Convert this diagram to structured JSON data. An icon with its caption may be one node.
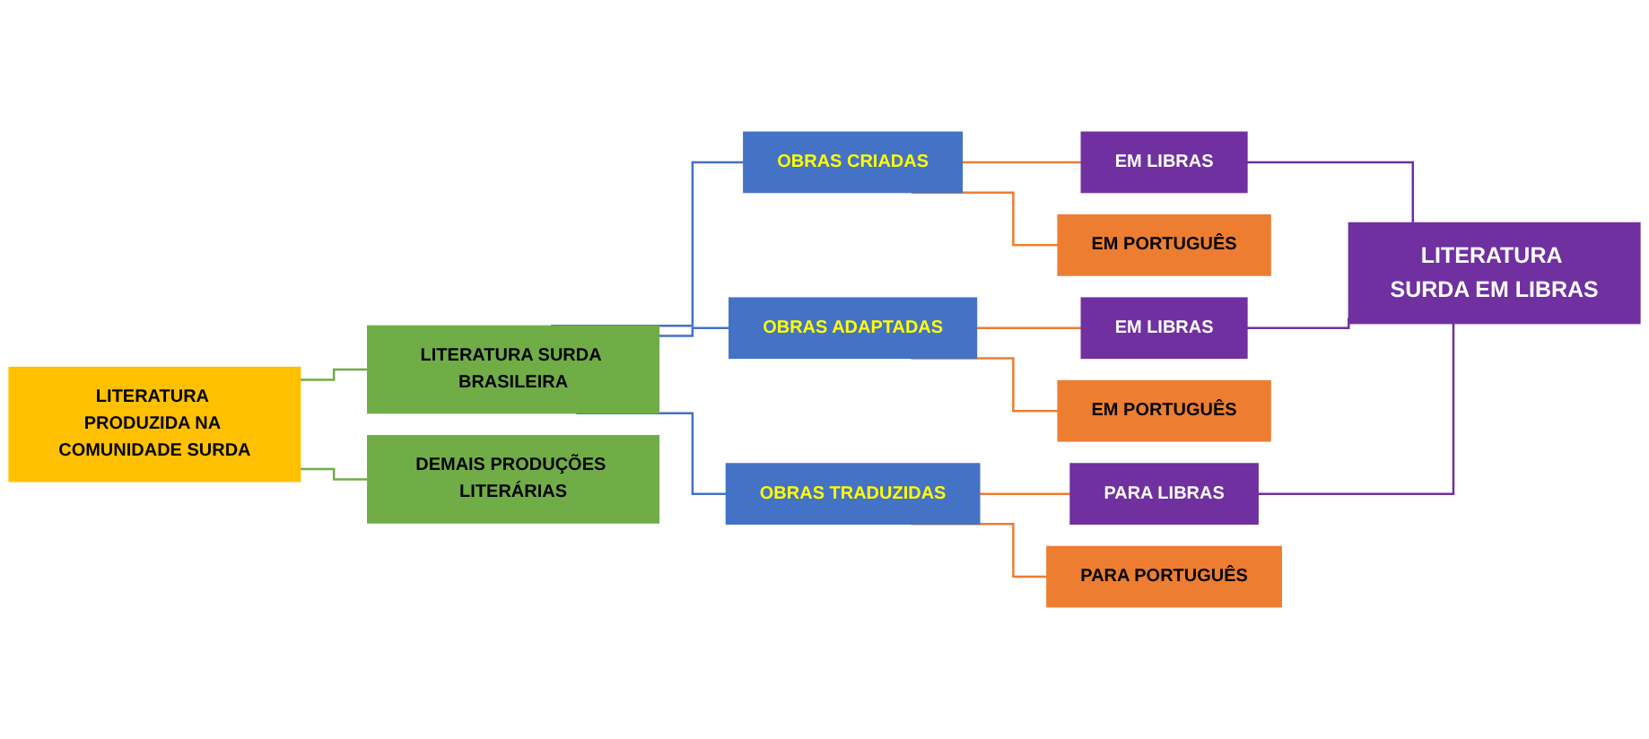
{
  "diagram": {
    "nodes": [
      {
        "text": [
          "LITERATURA PRODUZIDA NA COMUNIDADE SURDA"
        ]
      },
      {
        "text": [
          "LITERATURA SURDA BRASILEIRA"
        ]
      },
      {
        "text": [
          "DEMAIS PRODUÇÕES LITERÁRIAS"
        ]
      },
      {
        "text": [
          "OBRAS CRIADAS"
        ]
      },
      {
        "text": [
          "OBRAS ADAPTADAS"
        ]
      },
      {
        "text": [
          "OBRAS TRADUZIDAS"
        ]
      },
      {
        "text": [
          "EM LIBRAS"
        ]
      },
      {
        "text": [
          "EM PORTUGUÊS"
        ]
      },
      {
        "text": [
          "EM LIBRAS"
        ]
      },
      {
        "text": [
          "EM PORTUGUÊS"
        ]
      },
      {
        "text": [
          "PARA LIBRAS"
        ]
      },
      {
        "text": [
          "PARA PORTUGUÊS"
        ]
      },
      {
        "text": [
          "LITERATURA SURDA EM LIBRAS"
        ]
      }
    ],
    "edges": [
      {
        "from": 0,
        "to": 1,
        "arrow": "none",
        "color": "#70ad47"
      },
      {
        "from": 0,
        "to": 2,
        "arrow": "none",
        "color": "#70ad47"
      },
      {
        "from": 1,
        "to": 3,
        "arrow": "none",
        "color": "#4472c4"
      },
      {
        "from": 1,
        "to": 4,
        "arrow": "none",
        "color": "#4472c4"
      },
      {
        "from": 1,
        "to": 5,
        "arrow": "none",
        "color": "#4472c4"
      },
      {
        "from": 3,
        "to": 6,
        "arrow": "none"
      },
      {
        "from": 3,
        "to": 7,
        "arrow": "none"
      },
      {
        "from": 4,
        "to": 8,
        "arrow": "none"
      },
      {
        "from": 4,
        "to": 9,
        "arrow": "none"
      },
      {
        "from": 5,
        "to": 10,
        "arrow": "none"
      },
      {
        "from": 5,
        "to": 11,
        "arrow": "none"
      },
      {
        "from": 6,
        "to": 12,
        "arrow": "none",
        "color": "#7030a0"
      },
      {
        "from": 8,
        "to": 12,
        "arrow": "none",
        "color": "#7030a0"
      },
      {
        "from": 10,
        "to": 12,
        "arrow": "none",
        "color": "#7030a0"
      }
    ]
  }
}
